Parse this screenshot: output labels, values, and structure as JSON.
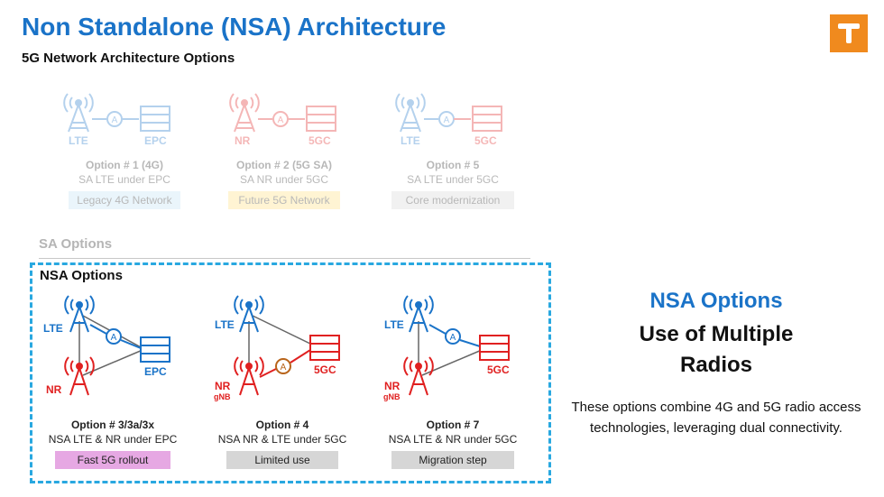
{
  "title": "Non Standalone (NSA) Architecture",
  "subtitle": "5G Network Architecture Options",
  "logo_letter": "T",
  "colors": {
    "blue": "#1a73c8",
    "red": "#e02020",
    "orange": "#b8641a",
    "logo": "#f08a1e",
    "dash": "#29a8e0"
  },
  "diagram_labels": {
    "lte": "LTE",
    "nr": "NR",
    "epc": "EPC",
    "fivegc": "5GC",
    "gnb": "gNB",
    "anchor": "A"
  },
  "sa": {
    "label": "SA Options",
    "options": [
      {
        "title": "Option # 1 (4G)",
        "desc": "SA LTE under EPC",
        "tag": "Legacy 4G Network",
        "tag_color": "#bfe3f5"
      },
      {
        "title": "Option # 2 (5G SA)",
        "desc": "SA NR under 5GC",
        "tag": "Future 5G Network",
        "tag_color": "#ffe07a"
      },
      {
        "title": "Option # 5",
        "desc": "SA LTE under 5GC",
        "tag": "Core modernization",
        "tag_color": "#d6d6d6"
      }
    ]
  },
  "nsa": {
    "label": "NSA Options",
    "options": [
      {
        "title": "Option # 3/3a/3x",
        "desc": "NSA LTE & NR under EPC",
        "tag": "Fast 5G rollout",
        "tag_color": "#e6a8e3"
      },
      {
        "title": "Option # 4",
        "desc": "NSA NR & LTE under 5GC",
        "tag": "Limited use",
        "tag_color": "#d6d6d6"
      },
      {
        "title": "Option # 7",
        "desc": "NSA LTE & NR under 5GC",
        "tag": "Migration step",
        "tag_color": "#d6d6d6"
      }
    ]
  },
  "right": {
    "title": "NSA Options",
    "subtitle_line1": "Use of Multiple",
    "subtitle_line2": "Radios",
    "body": "These options combine 4G and 5G radio access technologies, leveraging dual connectivity."
  }
}
